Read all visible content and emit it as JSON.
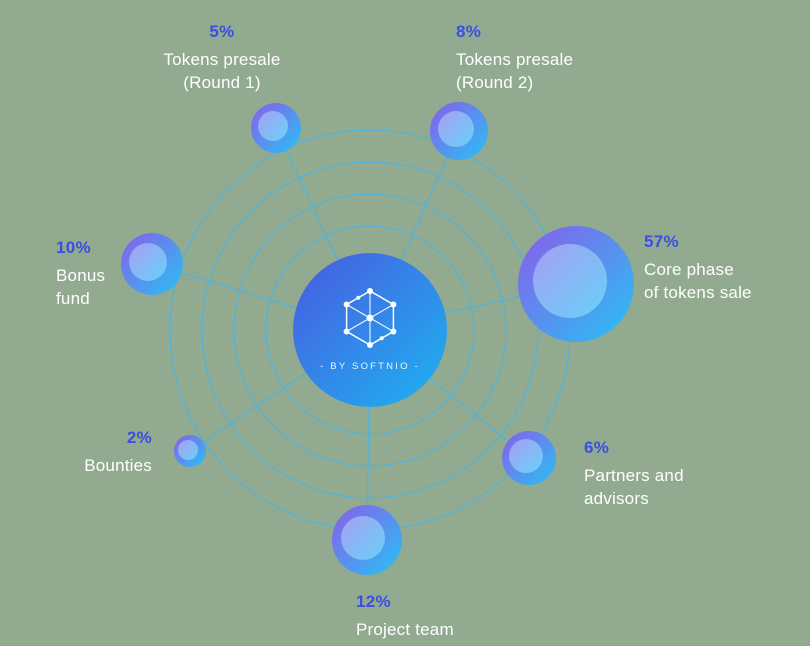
{
  "chart_data": {
    "type": "bubble",
    "center_label": "- BY SOFTNIO -",
    "nodes": [
      {
        "value": 5,
        "pct": "5%",
        "line1": "Tokens presale",
        "line2": "(Round 1)"
      },
      {
        "value": 8,
        "pct": "8%",
        "line1": "Tokens presale",
        "line2": "(Round 2)"
      },
      {
        "value": 10,
        "pct": "10%",
        "line1": "Bonus",
        "line2": "fund"
      },
      {
        "value": 57,
        "pct": "57%",
        "line1": "Core phase",
        "line2": "of tokens sale"
      },
      {
        "value": 2,
        "pct": "2%",
        "line1": "Bounties",
        "line2": ""
      },
      {
        "value": 6,
        "pct": "6%",
        "line1": "Partners and",
        "line2": "advisors"
      },
      {
        "value": 12,
        "pct": "12%",
        "line1": "Project team",
        "line2": ""
      }
    ]
  },
  "colors": {
    "background": "#91aa90",
    "percent_text": "#3d4ee0",
    "label_text": "#ffffff",
    "ring_stroke": "#3fb7ee",
    "node_grad_start": "#8a5cea",
    "node_grad_end": "#27c3f4",
    "inner_grad_start": "#a79ef4",
    "inner_grad_end": "#66d1f8",
    "center_grad_start": "#4a5ae0",
    "center_grad_end": "#1cb4f1"
  }
}
